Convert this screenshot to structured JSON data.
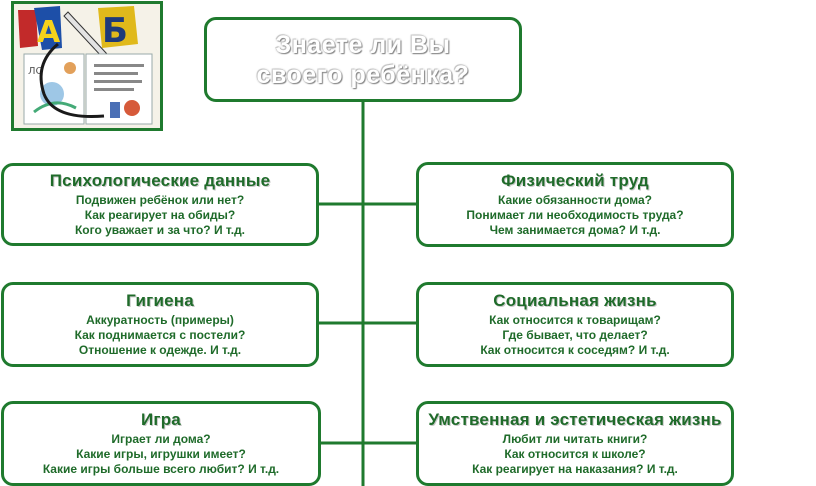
{
  "title": {
    "lines": [
      "Знаете ли Вы",
      "своего ребёнка?"
    ]
  },
  "boxes": {
    "psych": {
      "title": "Психологические данные",
      "lines": [
        "Подвижен ребёнок или нет?",
        "Как реагирует на обиды?",
        "Кого уважает и за что? И т.д."
      ]
    },
    "hygiene": {
      "title": "Гигиена",
      "lines": [
        "Аккуратность (примеры)",
        "Как поднимается с постели?",
        "Отношение к одежде. И т.д."
      ]
    },
    "game": {
      "title": "Игра",
      "lines": [
        "Играет ли дома?",
        "Какие игры, игрушки имеет?",
        "Какие игры больше всего любит? И т.д."
      ]
    },
    "labor": {
      "title": "Физический труд",
      "lines": [
        "Какие обязанности дома?",
        "Понимает ли необходимость труда?",
        "Чем занимается дома? И т.д."
      ]
    },
    "social": {
      "title": "Социальная жизнь",
      "lines": [
        "Как относится к товарищам?",
        "Где бывает, что делает?",
        "Как относится к соседям? И т.д."
      ]
    },
    "mental": {
      "title": "Умственная и эстетическая жизнь",
      "lines": [
        "Любит ли читать книги?",
        "Как относится к школе?",
        "Как реагирует на наказания? И т.д."
      ]
    }
  },
  "colors": {
    "border": "#1f7a2e",
    "text": "#1f6b2a"
  },
  "logo_icon": "alphabet-book-illustration"
}
